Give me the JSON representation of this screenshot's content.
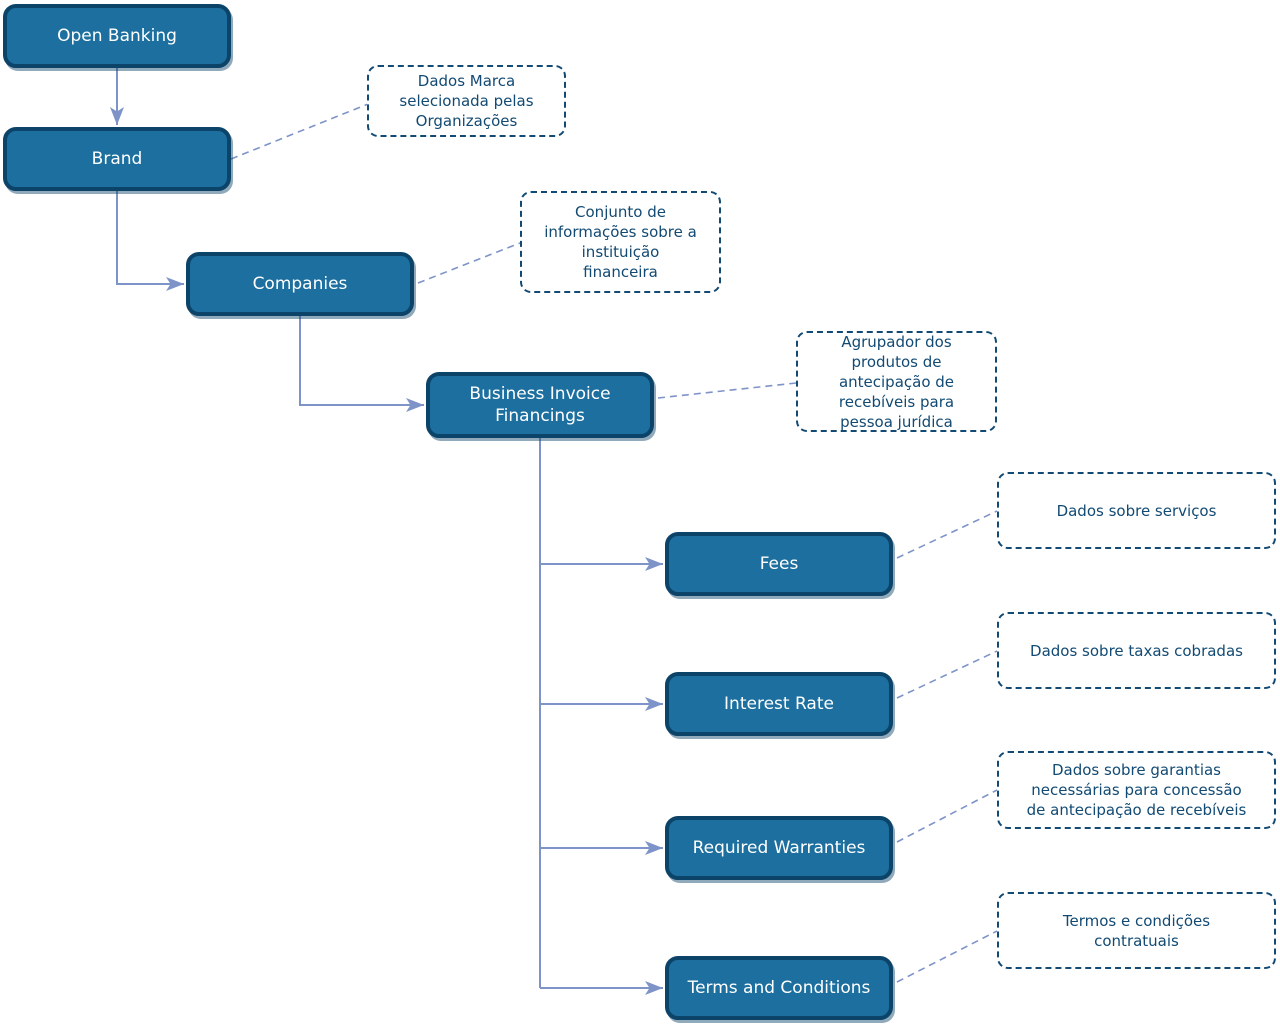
{
  "colors": {
    "node_fill": "#1C6F9E",
    "node_border": "#0C4368",
    "node_text": "#FFFFFF",
    "note_border": "#124A73",
    "note_text": "#124A73",
    "connector": "#7E93C8"
  },
  "nodes": [
    {
      "id": "open-banking",
      "label": "Open Banking"
    },
    {
      "id": "brand",
      "label": "Brand"
    },
    {
      "id": "companies",
      "label": "Companies"
    },
    {
      "id": "business-invoice-financings",
      "label": "Business Invoice\nFinancings"
    },
    {
      "id": "fees",
      "label": "Fees"
    },
    {
      "id": "interest-rate",
      "label": "Interest Rate"
    },
    {
      "id": "required-warranties",
      "label": "Required Warranties"
    },
    {
      "id": "terms-and-conditions",
      "label": "Terms and Conditions"
    }
  ],
  "notes": [
    {
      "id": "brand-note",
      "for": "brand",
      "text": "Dados Marca\nselecionada pelas\nOrganizações"
    },
    {
      "id": "companies-note",
      "for": "companies",
      "text": "Conjunto de\ninformações sobre a\ninstituição\nfinanceira"
    },
    {
      "id": "business-invoice-financings-note",
      "for": "business-invoice-financings",
      "text": "Agrupador dos\nprodutos de\nantecipação de\nrecebíveis para\npessoa jurídica"
    },
    {
      "id": "fees-note",
      "for": "fees",
      "text": "Dados sobre serviços"
    },
    {
      "id": "interest-rate-note",
      "for": "interest-rate",
      "text": "Dados sobre taxas cobradas"
    },
    {
      "id": "required-warranties-note",
      "for": "required-warranties",
      "text": "Dados sobre garantias\nnecessárias para concessão\nde antecipação de recebíveis"
    },
    {
      "id": "terms-and-conditions-note",
      "for": "terms-and-conditions",
      "text": "Termos e condições\ncontratuais"
    }
  ],
  "edges": [
    {
      "from": "open-banking",
      "to": "brand",
      "type": "solid-arrow"
    },
    {
      "from": "brand",
      "to": "companies",
      "type": "solid-arrow"
    },
    {
      "from": "companies",
      "to": "business-invoice-financings",
      "type": "solid-arrow"
    },
    {
      "from": "business-invoice-financings",
      "to": "fees",
      "type": "solid-arrow"
    },
    {
      "from": "business-invoice-financings",
      "to": "interest-rate",
      "type": "solid-arrow"
    },
    {
      "from": "business-invoice-financings",
      "to": "required-warranties",
      "type": "solid-arrow"
    },
    {
      "from": "business-invoice-financings",
      "to": "terms-and-conditions",
      "type": "solid-arrow"
    },
    {
      "from": "brand",
      "to": "brand-note",
      "type": "dashed"
    },
    {
      "from": "companies",
      "to": "companies-note",
      "type": "dashed"
    },
    {
      "from": "business-invoice-financings",
      "to": "business-invoice-financings-note",
      "type": "dashed"
    },
    {
      "from": "fees",
      "to": "fees-note",
      "type": "dashed"
    },
    {
      "from": "interest-rate",
      "to": "interest-rate-note",
      "type": "dashed"
    },
    {
      "from": "required-warranties",
      "to": "required-warranties-note",
      "type": "dashed"
    },
    {
      "from": "terms-and-conditions",
      "to": "terms-and-conditions-note",
      "type": "dashed"
    }
  ]
}
